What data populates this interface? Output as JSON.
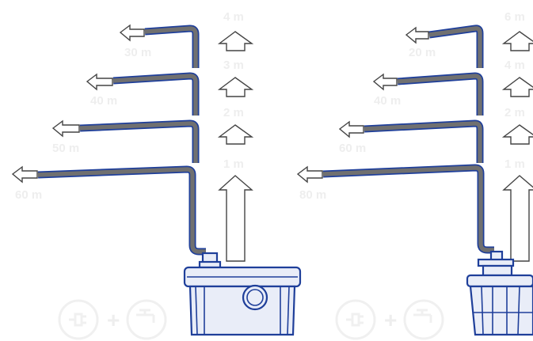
{
  "left_panel": {
    "horizontal_distances": [
      "30 m",
      "40 m",
      "50 m",
      "60 m"
    ],
    "vertical_heights": [
      "4 m",
      "3 m",
      "2 m",
      "1 m"
    ]
  },
  "right_panel": {
    "horizontal_distances": [
      "20 m",
      "40 m",
      "60 m",
      "80 m"
    ],
    "vertical_heights": [
      "6 m",
      "4 m",
      "2 m",
      "1 m"
    ]
  },
  "colors": {
    "pipe_outline": "#1f3f9a",
    "pipe_fill": "#707070",
    "pump_outline": "#1f3f9a",
    "label_text": "#eeeeee"
  },
  "icons": [
    "electric-plug-icon",
    "water-tap-icon",
    "plus-icon"
  ]
}
